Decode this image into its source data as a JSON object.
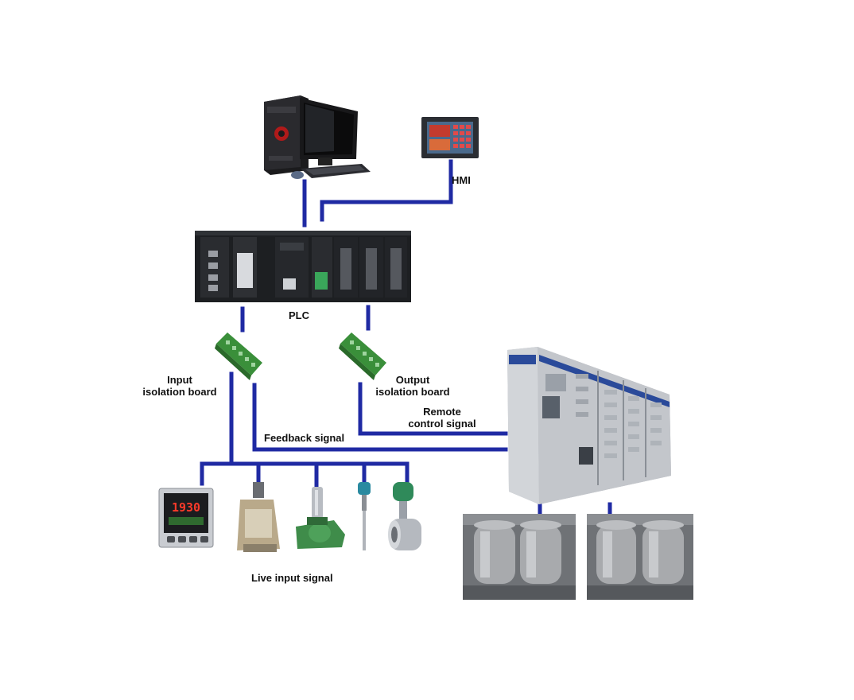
{
  "labels": {
    "hmi": "HMI",
    "plc": "PLC",
    "input_board_line1": "Input",
    "input_board_line2": "isolation board",
    "output_board_line1": "Output",
    "output_board_line2": "isolation board",
    "remote_line1": "Remote",
    "remote_line2": "control signal",
    "feedback": "Feedback signal",
    "live_input": "Live input signal"
  },
  "devices": {
    "controller_display": "1930"
  },
  "colors": {
    "wire": "#1f2aa3",
    "plc_body": "#1d1f22",
    "isolation_board": "#3a8f3a",
    "cabinet": "#c9ccd1",
    "tank": "#a8aaad"
  },
  "icons": [
    "desktop-computer-icon",
    "hmi-panel-icon",
    "plc-rack-icon",
    "isolation-board-icon",
    "switchgear-cabinet-icon",
    "temperature-controller-icon",
    "limit-switch-icon",
    "level-sensor-icon",
    "thermocouple-icon",
    "flow-meter-icon",
    "steel-tank-icon"
  ]
}
